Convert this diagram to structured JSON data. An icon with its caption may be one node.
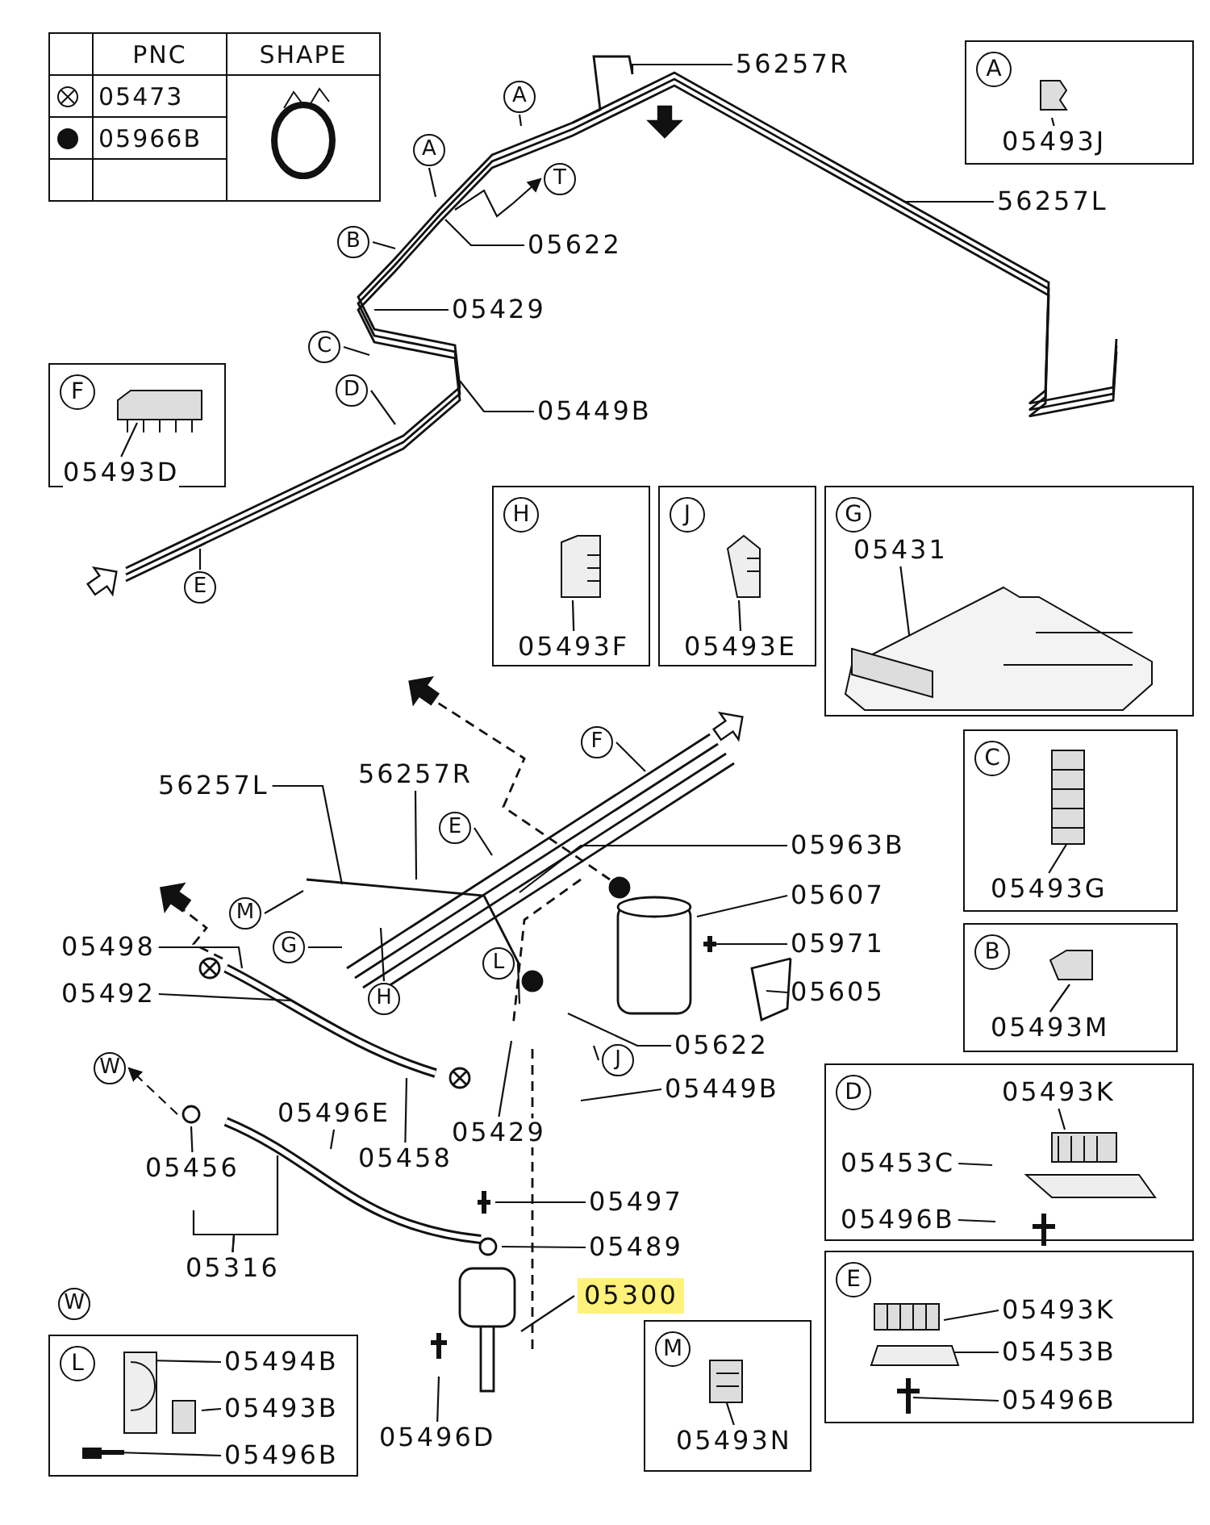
{
  "diagram": {
    "nodes": [
      {
        "text": [
          "56257R"
        ]
      },
      {
        "text": [
          "56257L"
        ]
      },
      {
        "text": [
          "05622"
        ]
      },
      {
        "text": [
          "05429"
        ]
      },
      {
        "text": [
          "05449B"
        ]
      },
      {
        "text": [
          "A"
        ]
      },
      {
        "text": [
          "A"
        ]
      },
      {
        "text": [
          "B"
        ]
      },
      {
        "text": [
          "C"
        ]
      },
      {
        "text": [
          "D"
        ]
      },
      {
        "text": [
          "E"
        ]
      },
      {
        "text": [
          "T"
        ]
      },
      {
        "text": [
          "A"
        ]
      },
      {
        "text": [
          "05493J"
        ],
        "in": 12
      },
      {
        "text": [
          "F"
        ]
      },
      {
        "text": [
          "05493D"
        ],
        "in": 14
      },
      {
        "text": [
          "H"
        ]
      },
      {
        "text": [
          "05493F"
        ],
        "in": 16
      },
      {
        "text": [
          "J"
        ]
      },
      {
        "text": [
          "05493E"
        ],
        "in": 18
      },
      {
        "text": [
          "G"
        ]
      },
      {
        "text": [
          "05431"
        ],
        "in": 20
      },
      {
        "text": [
          "C"
        ]
      },
      {
        "text": [
          "05493G"
        ],
        "in": 22
      },
      {
        "text": [
          "B"
        ]
      },
      {
        "text": [
          "05493M"
        ],
        "in": 24
      },
      {
        "text": [
          "D"
        ]
      },
      {
        "text": [
          "05493K"
        ],
        "in": 26
      },
      {
        "text": [
          "05453C"
        ],
        "in": 26
      },
      {
        "text": [
          "05496B"
        ],
        "in": 26
      },
      {
        "text": [
          "E"
        ]
      },
      {
        "text": [
          "05493K"
        ],
        "in": 30
      },
      {
        "text": [
          "05453B"
        ],
        "in": 30
      },
      {
        "text": [
          "05496B"
        ],
        "in": 30
      },
      {
        "text": [
          "M"
        ]
      },
      {
        "text": [
          "05493N"
        ],
        "in": 34
      },
      {
        "text": [
          "W"
        ]
      },
      {
        "text": [
          "L"
        ]
      },
      {
        "text": [
          "05494B"
        ],
        "in": 37
      },
      {
        "text": [
          "05493B"
        ],
        "in": 37
      },
      {
        "text": [
          "05496B"
        ],
        "in": 37
      },
      {
        "text": [
          "56257L"
        ]
      },
      {
        "text": [
          "56257R"
        ]
      },
      {
        "text": [
          "F"
        ]
      },
      {
        "text": [
          "E"
        ]
      },
      {
        "text": [
          "05963B"
        ]
      },
      {
        "text": [
          "05607"
        ]
      },
      {
        "text": [
          "05971"
        ]
      },
      {
        "text": [
          "05605"
        ]
      },
      {
        "text": [
          "M"
        ]
      },
      {
        "text": [
          "G"
        ]
      },
      {
        "text": [
          "H"
        ]
      },
      {
        "text": [
          "L"
        ]
      },
      {
        "text": [
          "05622"
        ]
      },
      {
        "text": [
          "J"
        ]
      },
      {
        "text": [
          "05449B"
        ]
      },
      {
        "text": [
          "05498"
        ]
      },
      {
        "text": [
          "05492"
        ]
      },
      {
        "text": [
          "W"
        ]
      },
      {
        "text": [
          "05496E"
        ]
      },
      {
        "text": [
          "05458"
        ]
      },
      {
        "text": [
          "05429"
        ]
      },
      {
        "text": [
          "05456"
        ]
      },
      {
        "text": [
          "05316"
        ]
      },
      {
        "text": [
          "05497"
        ]
      },
      {
        "text": [
          "05489"
        ]
      },
      {
        "text": [
          "05300"
        ]
      },
      {
        "text": [
          "05496D"
        ]
      },
      {
        "text": [],
        "shape": "cylinder"
      },
      {
        "text": [],
        "shape": "circle"
      },
      {
        "text": [],
        "shape": "picture"
      },
      {
        "text": [],
        "shape": "circle"
      }
    ],
    "edges": [
      {
        "from": 0,
        "to": null,
        "arrow": "none"
      },
      {
        "from": 1,
        "to": null,
        "arrow": "none"
      },
      {
        "from": 2,
        "to": null,
        "arrow": "none"
      },
      {
        "from": 3,
        "to": null,
        "arrow": "none"
      },
      {
        "from": 4,
        "to": null,
        "arrow": "none"
      },
      {
        "from": 5,
        "to": null,
        "arrow": "none"
      },
      {
        "from": 6,
        "to": null,
        "arrow": "none"
      },
      {
        "from": 7,
        "to": null,
        "arrow": "none"
      },
      {
        "from": 8,
        "to": null,
        "arrow": "none"
      },
      {
        "from": 9,
        "to": null,
        "arrow": "none"
      },
      {
        "from": 10,
        "to": null,
        "arrow": "none"
      },
      {
        "from": null,
        "to": 11,
        "arrow": "to"
      },
      {
        "from": 13,
        "to": null,
        "arrow": "none"
      },
      {
        "from": 15,
        "to": null,
        "arrow": "none"
      },
      {
        "from": 17,
        "to": null,
        "arrow": "none"
      },
      {
        "from": 19,
        "to": null,
        "arrow": "none"
      },
      {
        "from": 21,
        "to": null,
        "arrow": "none"
      },
      {
        "from": 23,
        "to": null,
        "arrow": "none"
      },
      {
        "from": 25,
        "to": null,
        "arrow": "none"
      },
      {
        "from": 27,
        "to": null,
        "arrow": "none"
      },
      {
        "from": 28,
        "to": null,
        "arrow": "none"
      },
      {
        "from": 29,
        "to": null,
        "arrow": "none"
      },
      {
        "from": 31,
        "to": null,
        "arrow": "none"
      },
      {
        "from": 32,
        "to": null,
        "arrow": "none"
      },
      {
        "from": 33,
        "to": null,
        "arrow": "none"
      },
      {
        "from": 35,
        "to": null,
        "arrow": "none"
      },
      {
        "from": 38,
        "to": null,
        "arrow": "none"
      },
      {
        "from": 39,
        "to": null,
        "arrow": "none"
      },
      {
        "from": 40,
        "to": null,
        "arrow": "none"
      },
      {
        "from": 41,
        "to": null,
        "arrow": "none"
      },
      {
        "from": 42,
        "to": null,
        "arrow": "none"
      },
      {
        "from": 43,
        "to": null,
        "arrow": "none"
      },
      {
        "from": 44,
        "to": null,
        "arrow": "none"
      },
      {
        "from": 45,
        "to": null,
        "arrow": "none"
      },
      {
        "from": 46,
        "to": 68,
        "arrow": "none"
      },
      {
        "from": 47,
        "to": null,
        "arrow": "none"
      },
      {
        "from": 48,
        "to": null,
        "arrow": "none"
      },
      {
        "from": 49,
        "to": null,
        "arrow": "none"
      },
      {
        "from": 50,
        "to": null,
        "arrow": "none"
      },
      {
        "from": 51,
        "to": null,
        "arrow": "none"
      },
      {
        "from": 52,
        "to": null,
        "arrow": "none"
      },
      {
        "from": 53,
        "to": null,
        "arrow": "none"
      },
      {
        "from": 54,
        "to": null,
        "arrow": "none"
      },
      {
        "from": 55,
        "to": null,
        "arrow": "none"
      },
      {
        "from": 56,
        "to": null,
        "arrow": "none"
      },
      {
        "from": 57,
        "to": null,
        "arrow": "none"
      },
      {
        "from": 71,
        "to": 58,
        "arrow": "to",
        "style": "dashed"
      },
      {
        "from": 59,
        "to": null,
        "arrow": "none"
      },
      {
        "from": 60,
        "to": null,
        "arrow": "none"
      },
      {
        "from": 61,
        "to": null,
        "arrow": "none"
      },
      {
        "from": 62,
        "to": 71,
        "arrow": "none"
      },
      {
        "from": 63,
        "to": null,
        "arrow": "none"
      },
      {
        "from": 63,
        "to": null,
        "arrow": "none"
      },
      {
        "from": 64,
        "to": null,
        "arrow": "none"
      },
      {
        "from": 65,
        "to": 69,
        "arrow": "none"
      },
      {
        "from": 66,
        "to": 70,
        "arrow": "none"
      },
      {
        "from": 67,
        "to": null,
        "arrow": "none"
      }
    ],
    "labels": [
      "PNC",
      "SHAPE",
      "05473",
      "05966B"
    ]
  }
}
